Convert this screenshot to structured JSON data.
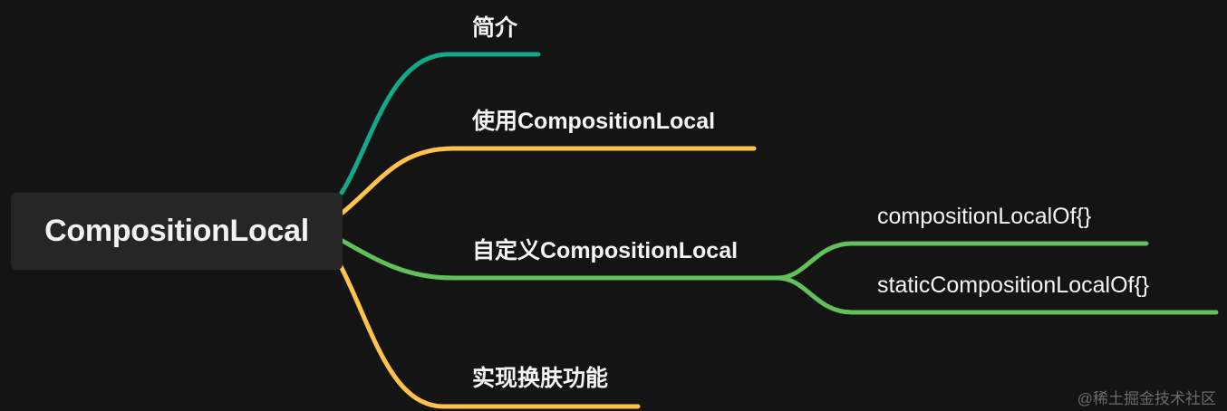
{
  "mindmap": {
    "root": {
      "label": "CompositionLocal"
    },
    "branches": [
      {
        "label": "简介",
        "color": "#14a88a"
      },
      {
        "label": "使用CompositionLocal",
        "color": "#ffc24a"
      },
      {
        "label": "自定义CompositionLocal",
        "color": "#62c05a",
        "children": [
          {
            "label": "compositionLocalOf{}"
          },
          {
            "label": "staticCompositionLocalOf{}"
          }
        ]
      },
      {
        "label": "实现换肤功能",
        "color": "#ffc24a"
      }
    ]
  },
  "watermark": "@稀土掘金技术社区",
  "colors": {
    "background": "#141414",
    "root_bg": "#262626",
    "text": "#f5f5f5"
  }
}
